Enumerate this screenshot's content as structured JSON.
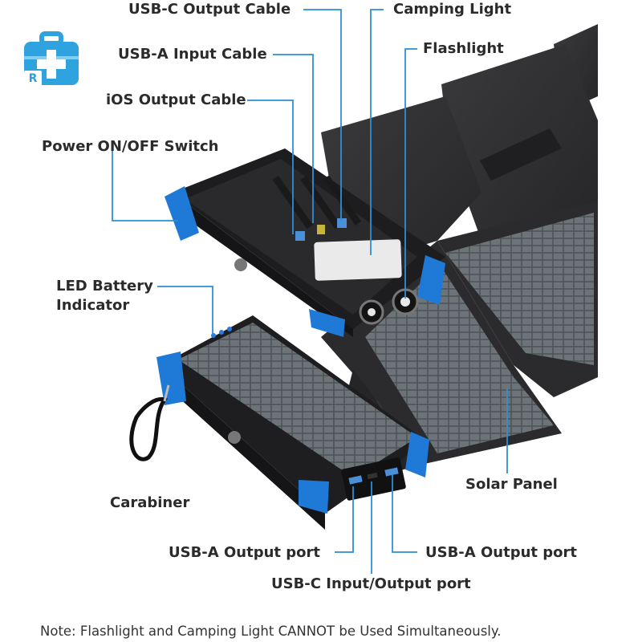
{
  "logo": {
    "icon": "first-aid-kit-icon",
    "badge": "R",
    "color": "#2ea3e0"
  },
  "labels": {
    "usb_c_output_cable": "USB-C Output Cable",
    "camping_light": "Camping Light",
    "usb_a_input_cable": "USB-A Input Cable",
    "flashlight": "Flashlight",
    "ios_output_cable": "iOS Output Cable",
    "power_switch": "Power ON/OFF Switch",
    "led_battery_line1": "LED Battery",
    "led_battery_line2": "Indicator",
    "carabiner": "Carabiner",
    "solar_panel": "Solar Panel",
    "usb_a_output_left": "USB-A Output port",
    "usb_a_output_right": "USB-A Output port",
    "usb_c_io_port": "USB-C Input/Output port"
  },
  "note": "Note: Flashlight and Camping Light CANNOT be Used Simultaneously.",
  "colors": {
    "accent_blue": "#1f79d6",
    "leader_line": "#2d8fd6",
    "panel_dark": "#2d2d2f",
    "body_dark": "#1e1e20"
  }
}
